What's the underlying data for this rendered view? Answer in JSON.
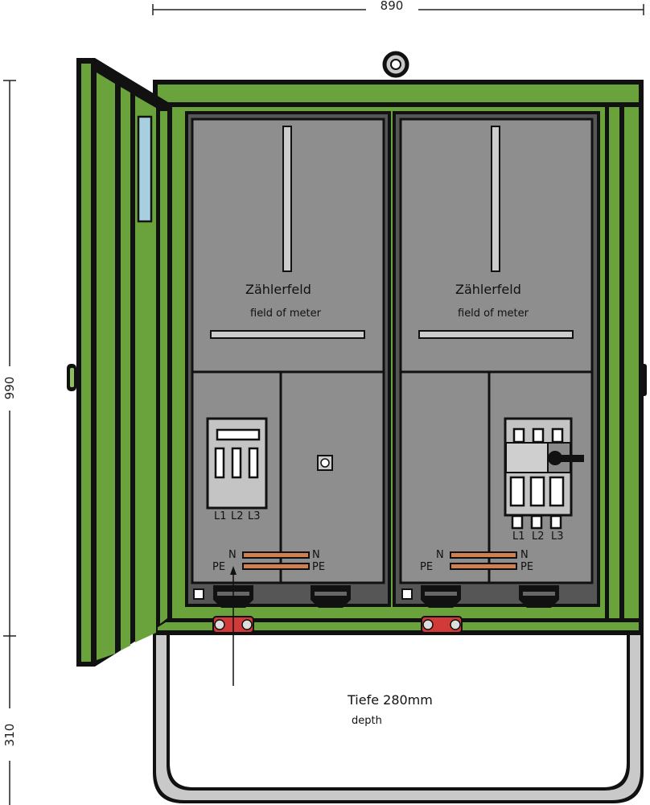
{
  "dimensions": {
    "width": "890",
    "height_cabinet": "990",
    "height_base": "310"
  },
  "left_module": {
    "meter_title": "Zählerfeld",
    "meter_subtitle": "field of meter",
    "phases": [
      "L1",
      "L2",
      "L3"
    ],
    "n_label": "N",
    "pe_label": "PE"
  },
  "right_module": {
    "meter_title": "Zählerfeld",
    "meter_subtitle": "field of meter",
    "phases": [
      "L1",
      "L2",
      "L3"
    ],
    "n_label": "N",
    "pe_label": "PE"
  },
  "base": {
    "depth_label": "Tiefe 280mm",
    "depth_sublabel": "depth"
  },
  "colors": {
    "housing": "#6aa33c",
    "panel": "#8e8e8e",
    "frame": "#555555",
    "busbar": "#d08050",
    "plug": "#d23a3a",
    "window": "#a8cfe0"
  }
}
